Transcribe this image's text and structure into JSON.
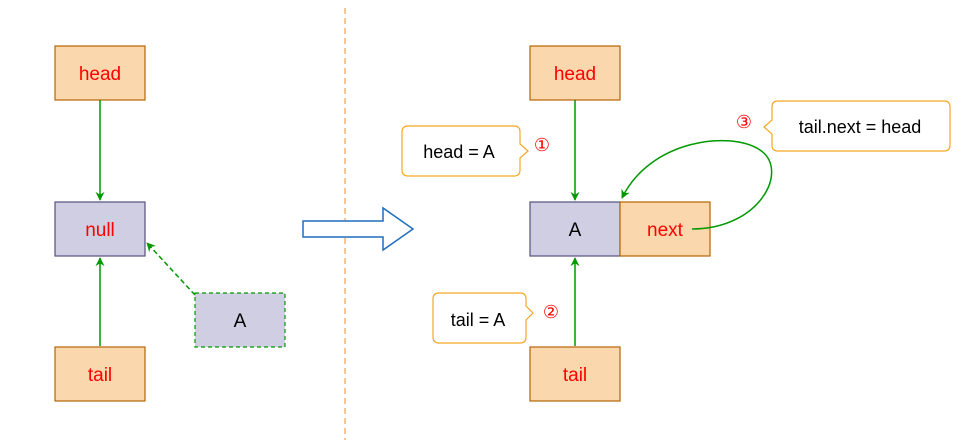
{
  "colors": {
    "orange_fill": "#fad7ac",
    "orange_stroke": "#b46504",
    "purple_fill": "#d0cee2",
    "purple_stroke": "#56517e",
    "green": "#009900",
    "red_text": "#ff0000",
    "black_text": "#000000",
    "callout_stroke": "#f5a623",
    "divider": "#f5a05a",
    "big_arrow_stroke": "#1f6fbf"
  },
  "before": {
    "head_label": "head",
    "null_label": "null",
    "tail_label": "tail",
    "new_node_label": "A"
  },
  "after": {
    "head_label": "head",
    "node_value_label": "A",
    "node_next_label": "next",
    "tail_label": "tail"
  },
  "callouts": {
    "step1_text": "head = A",
    "step1_marker": "①",
    "step2_text": "tail = A",
    "step2_marker": "②",
    "step3_text": "tail.next = head",
    "step3_marker": "③"
  }
}
